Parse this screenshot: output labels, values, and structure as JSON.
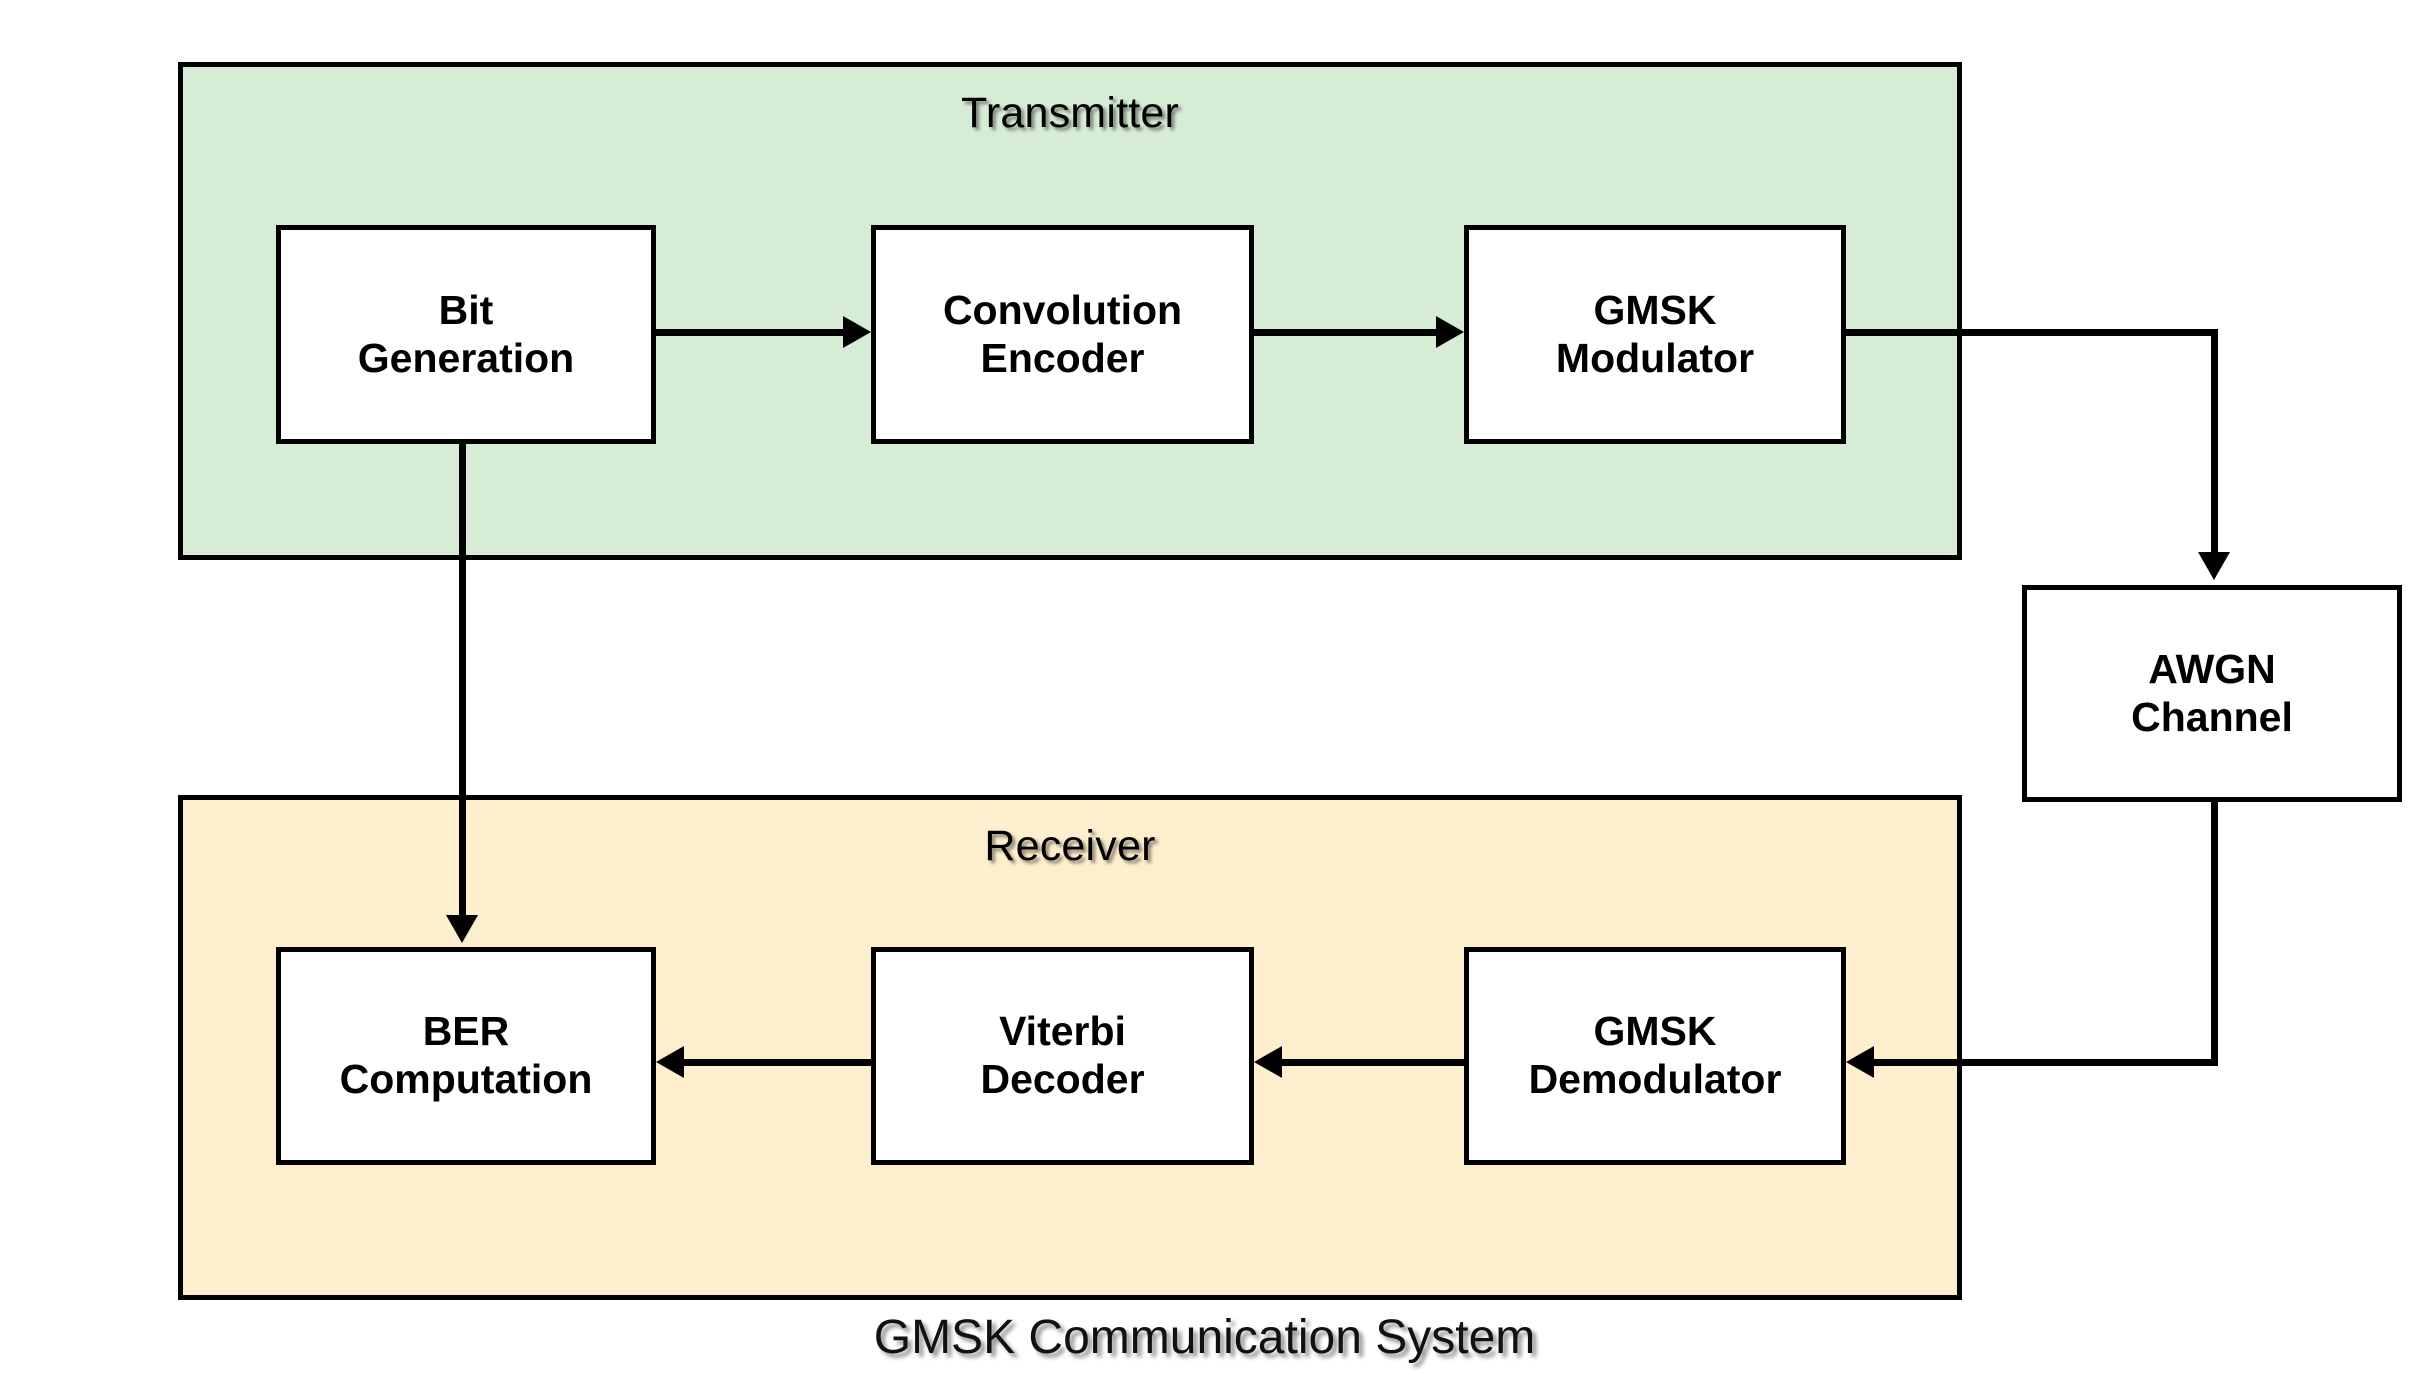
{
  "diagram": {
    "caption": "GMSK Communication System",
    "colors": {
      "transmitter_fill": "#d7ecd4",
      "receiver_fill": "#fdeecd",
      "box_fill": "#ffffff",
      "stroke": "#000000",
      "background": "#ffffff"
    },
    "groups": {
      "transmitter": {
        "title": "Transmitter"
      },
      "receiver": {
        "title": "Receiver"
      }
    },
    "nodes": {
      "bit_generation": {
        "line1": "Bit",
        "line2": "Generation"
      },
      "convolution_encoder": {
        "line1": "Convolution",
        "line2": "Encoder"
      },
      "gmsk_modulator": {
        "line1": "GMSK",
        "line2": "Modulator"
      },
      "awgn_channel": {
        "line1": "AWGN",
        "line2": "Channel"
      },
      "gmsk_demodulator": {
        "line1": "GMSK",
        "line2": "Demodulator"
      },
      "viterbi_decoder": {
        "line1": "Viterbi",
        "line2": "Decoder"
      },
      "ber_computation": {
        "line1": "BER",
        "line2": "Computation"
      }
    },
    "edges": [
      {
        "from": "bit_generation",
        "to": "convolution_encoder",
        "label": ""
      },
      {
        "from": "convolution_encoder",
        "to": "gmsk_modulator",
        "label": ""
      },
      {
        "from": "gmsk_modulator",
        "to": "awgn_channel",
        "label": ""
      },
      {
        "from": "awgn_channel",
        "to": "gmsk_demodulator",
        "label": ""
      },
      {
        "from": "gmsk_demodulator",
        "to": "viterbi_decoder",
        "label": ""
      },
      {
        "from": "viterbi_decoder",
        "to": "ber_computation",
        "label": ""
      },
      {
        "from": "bit_generation",
        "to": "ber_computation",
        "label": ""
      }
    ]
  }
}
